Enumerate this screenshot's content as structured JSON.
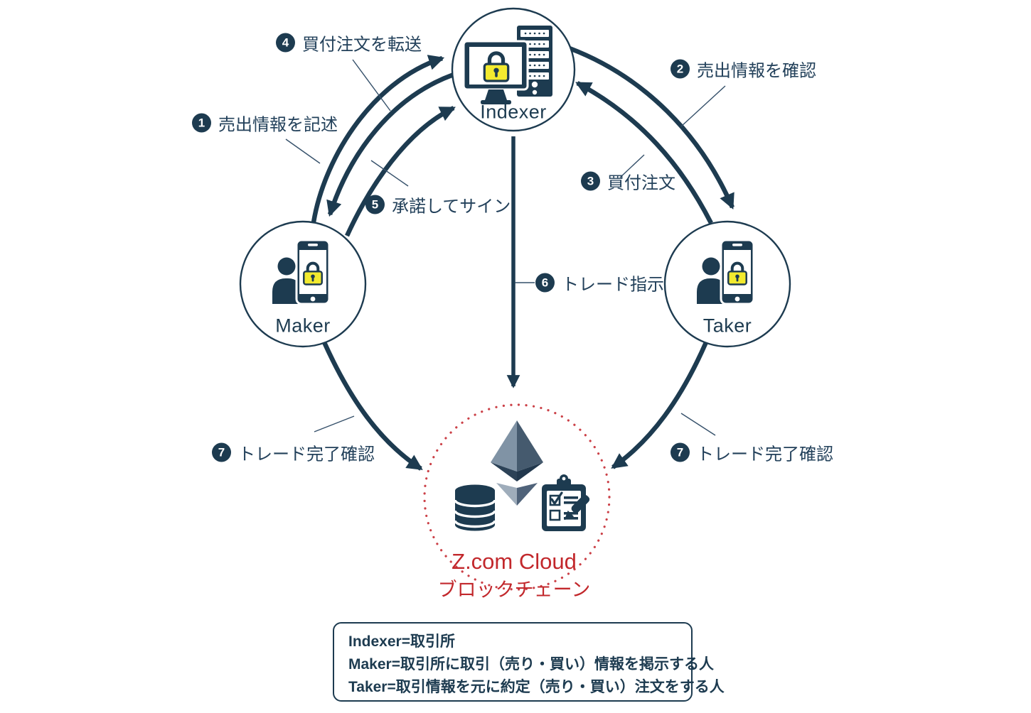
{
  "nodes": {
    "indexer": {
      "label": "Indexer"
    },
    "maker": {
      "label": "Maker"
    },
    "taker": {
      "label": "Taker"
    }
  },
  "blockchain": {
    "name": "Z.com Cloud",
    "subname": "ブロックチェーン"
  },
  "steps": [
    {
      "num": "1",
      "label": "売出情報を記述"
    },
    {
      "num": "2",
      "label": "売出情報を確認"
    },
    {
      "num": "3",
      "label": "買付注文"
    },
    {
      "num": "4",
      "label": "買付注文を転送"
    },
    {
      "num": "5",
      "label": "承諾してサイン"
    },
    {
      "num": "6",
      "label": "トレード指示"
    },
    {
      "num": "7",
      "label": "トレード完了確認"
    },
    {
      "num": "7",
      "label": "トレード完了確認"
    }
  ],
  "legend": {
    "lines": [
      "Indexer=取引所",
      "Maker=取引所に取引（売り・買い）情報を掲示する人",
      "Taker=取引情報を元に約定（売り・買い）注文をする人"
    ]
  },
  "icons": {
    "indexer": [
      "secure-monitor-icon",
      "server-rack-icon",
      "lock-icon"
    ],
    "maker": [
      "person-icon",
      "secure-smartphone-icon",
      "lock-icon"
    ],
    "taker": [
      "person-icon",
      "secure-smartphone-icon",
      "lock-icon"
    ],
    "blockchain": [
      "ethereum-icon",
      "database-icon",
      "clipboard-pen-icon"
    ]
  },
  "colors": {
    "navy": "#1d3b50",
    "step_text": "#22405a",
    "lock_yellow": "#f2ea2f",
    "red_text": "#c2282c",
    "dotted_circle_red": "#cb4047"
  }
}
